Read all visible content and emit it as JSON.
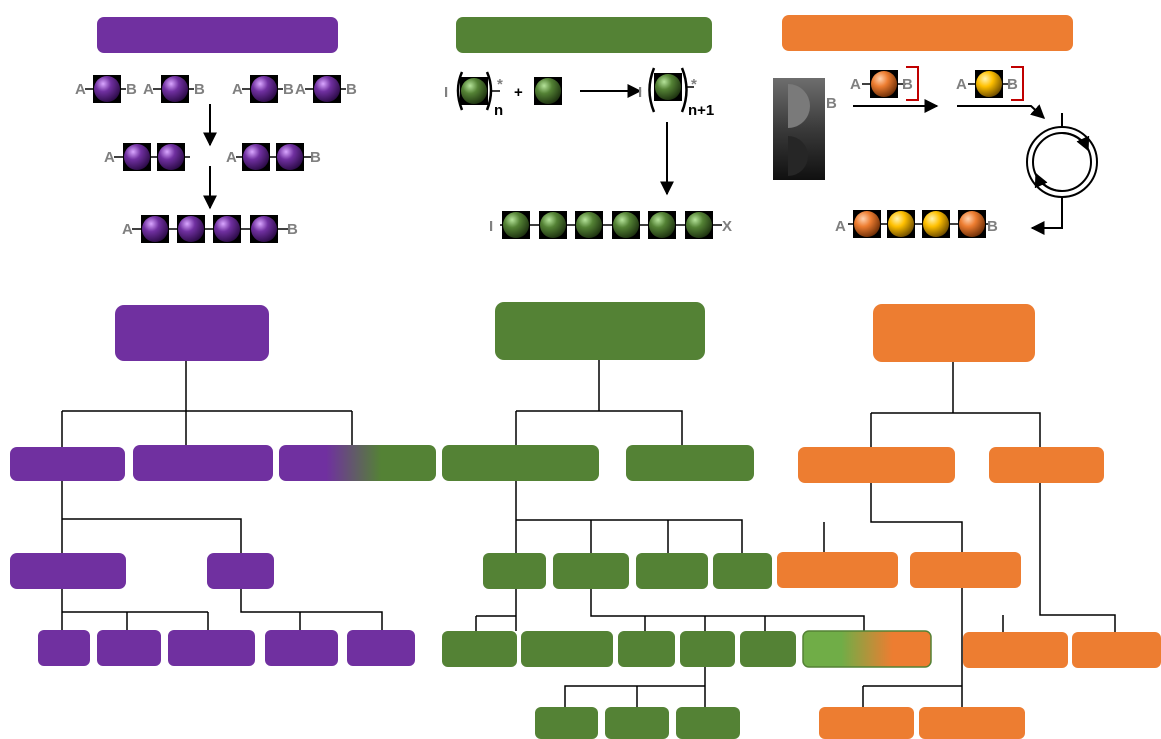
{
  "colors": {
    "purple": "#7030a0",
    "green": "#548235",
    "light_green": "#70ad47",
    "orange": "#ed7d31",
    "gold": "#ffc000",
    "red_bracket": "#c00000",
    "label_gray": "#808080",
    "connector": "#000000"
  },
  "step_growth": {
    "end_a": "A",
    "end_b": "B"
  },
  "chain_growth": {
    "initiator": "I",
    "active_marker": "*",
    "plus": "+",
    "subscript_n": "n",
    "subscript_n_plus_1": "n+1",
    "terminator": "X"
  },
  "iterative": {
    "end_a": "A",
    "end_b": "B",
    "resin_icon": "solid-support-icon",
    "cycle_icon": "cycle-arrows-icon"
  }
}
